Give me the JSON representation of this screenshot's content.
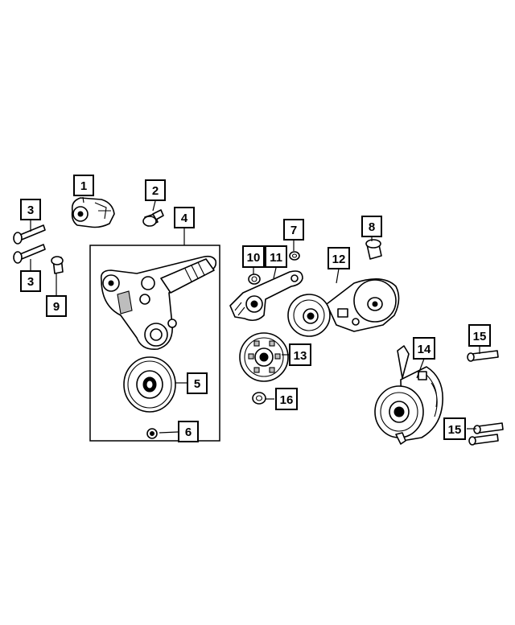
{
  "diagram": {
    "callouts": [
      "1",
      "2",
      "3",
      "3",
      "4",
      "5",
      "6",
      "7",
      "8",
      "9",
      "10",
      "11",
      "12",
      "13",
      "14",
      "15",
      "15",
      "16"
    ]
  }
}
